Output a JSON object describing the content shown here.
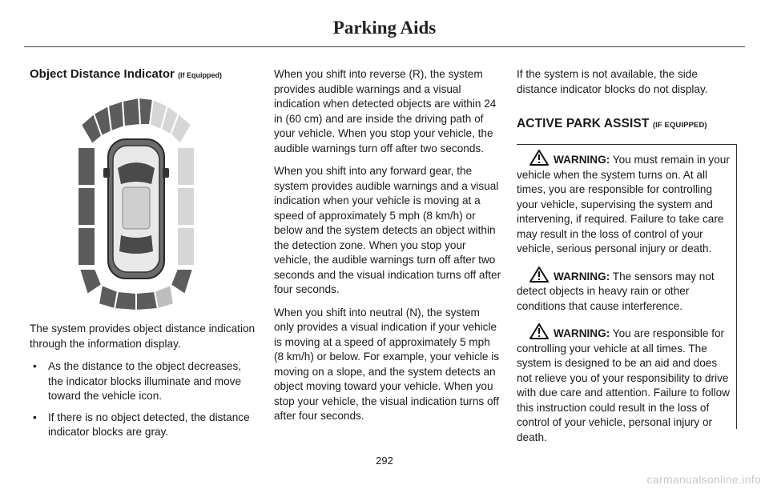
{
  "header": {
    "title": "Parking Aids"
  },
  "column1": {
    "heading": "Object Distance Indicator",
    "heading_suffix": "(If Equipped)",
    "paragraph": "The system provides object distance indication through the information display.",
    "bullets": [
      "As the distance to the object decreases, the indicator blocks illuminate and move toward the vehicle icon.",
      "If there is no object detected, the distance indicator blocks are gray."
    ]
  },
  "column2": {
    "paragraphs": [
      "When you shift into reverse (R), the system provides audible warnings and a visual indication when detected objects are within 24 in (60 cm) and are inside the driving path of your vehicle. When you stop your vehicle, the audible warnings turn off after two seconds.",
      "When you shift into any forward gear, the system provides audible warnings and a visual indication when your vehicle is moving at a speed of approximately 5 mph (8 km/h) or below and the system detects an object within the detection zone. When you stop your vehicle, the audible warnings turn off after two seconds and the visual indication turns off after four seconds.",
      "When you shift into neutral (N), the system only provides a visual indication if your vehicle is moving at a speed of approximately 5 mph (8 km/h) or below. For example, your vehicle is moving on a slope, and the system detects an object moving toward your vehicle. When you stop your vehicle, the visual indication turns off after four seconds."
    ]
  },
  "column3": {
    "intro": "If the system is not available, the side distance indicator blocks do not display.",
    "heading": "ACTIVE PARK ASSIST",
    "heading_suffix": "(IF EQUIPPED)",
    "warnings": [
      {
        "label": "WARNING:",
        "text": "You must remain in your vehicle when the system turns on. At all times, you are responsible for controlling your vehicle, supervising the system and intervening, if required. Failure to take care may result in the loss of control of your vehicle, serious personal injury or death."
      },
      {
        "label": "WARNING:",
        "text": "The sensors may not detect objects in heavy rain or other conditions that cause interference."
      },
      {
        "label": "WARNING:",
        "text": "You are responsible for controlling your vehicle at all times. The system is designed to be an aid and does not relieve you of your responsibility to drive with due care and attention. Failure to follow this instruction could result in the loss of control of your vehicle, personal injury or death."
      }
    ]
  },
  "footer": {
    "page_number": "292",
    "watermark": "carmanualsonline.info"
  },
  "icons": {
    "warning": "warning-triangle-icon",
    "diagram": "vehicle-distance-indicator-illustration"
  },
  "colors": {
    "block_dark": "#5c5c5c",
    "block_light": "#bdbdbd",
    "block_pale": "#d6d6d6"
  }
}
